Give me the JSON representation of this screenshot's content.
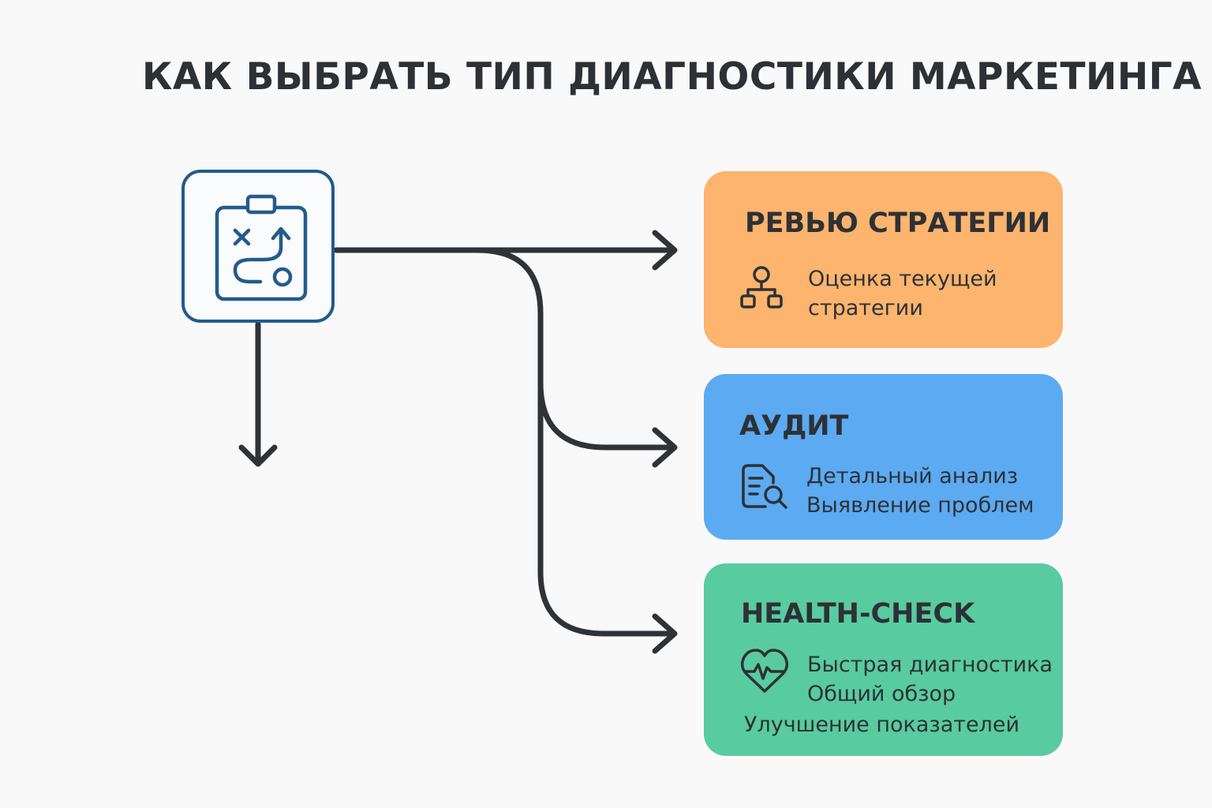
{
  "title": "КАК ВЫБРАТЬ ТИП ДИАГНОСТИКИ МАРКЕТИНГА",
  "source": {
    "icon": "strategy-board-icon"
  },
  "options": [
    {
      "title": "РЕВЬЮ СТРАТЕГИИ",
      "icon": "hierarchy-icon",
      "color": "#fcb46e",
      "lines": [
        "Оценка текущей",
        "стратегии"
      ]
    },
    {
      "title": "АУДИТ",
      "icon": "document-search-icon",
      "color": "#5caaf1",
      "lines": [
        "Детальный анализ",
        "Выявление проблем"
      ]
    },
    {
      "title": "HEALTH-CHECK",
      "icon": "heart-pulse-icon",
      "color": "#59cba1",
      "lines": [
        "Быстрая диагностика",
        "Общий обзор",
        "Улучшение показателей"
      ]
    }
  ],
  "colors": {
    "background": "#f9f9f9",
    "text": "#2d3136",
    "source_border": "#235b8c",
    "connector": "#2f3338"
  }
}
